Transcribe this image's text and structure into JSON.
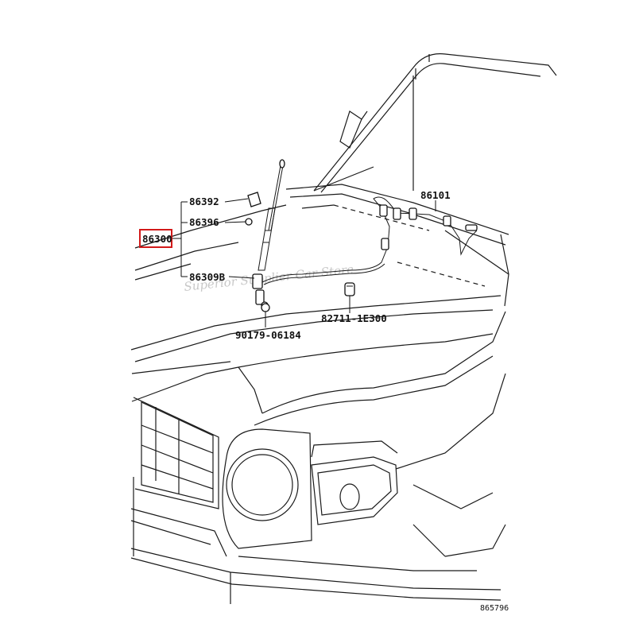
{
  "watermark": "Superior Supplier Car Store",
  "highlight_color": "#d21a1a",
  "callouts": {
    "assembly": "86300",
    "cap": "86392",
    "nut": "86396",
    "sub_cable": "86309B",
    "clip": "90179-06184",
    "cable": "86101",
    "grommet": "82711-1E300"
  },
  "figure_ref": "865796"
}
